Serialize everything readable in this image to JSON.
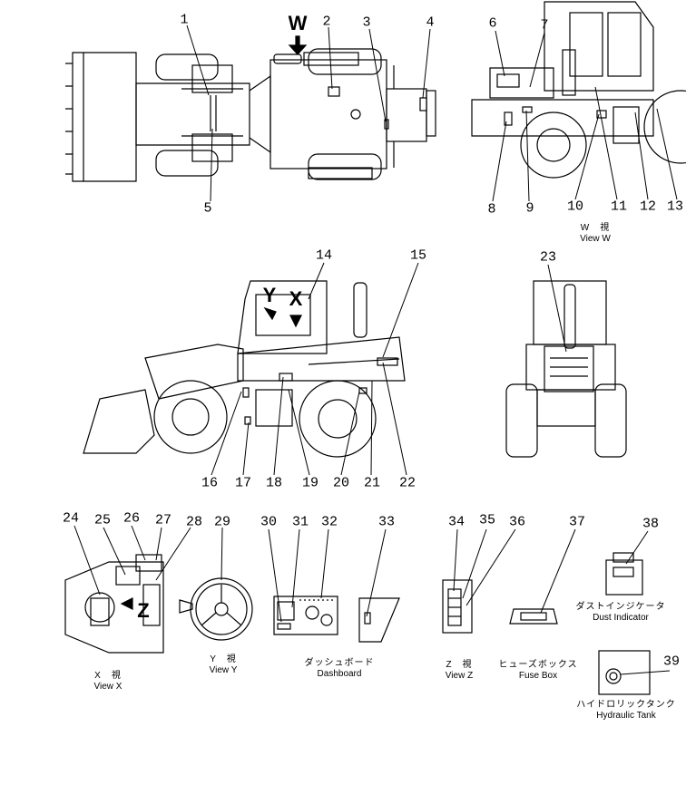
{
  "callouts": [
    "1",
    "2",
    "3",
    "4",
    "5",
    "6",
    "7",
    "8",
    "9",
    "10",
    "11",
    "12",
    "13",
    "14",
    "15",
    "16",
    "17",
    "18",
    "19",
    "20",
    "21",
    "22",
    "23",
    "24",
    "25",
    "26",
    "27",
    "28",
    "29",
    "30",
    "31",
    "32",
    "33",
    "34",
    "35",
    "36",
    "37",
    "38",
    "39"
  ],
  "view_markers": {
    "w": "W",
    "y": "Y",
    "x": "X",
    "z": "Z"
  },
  "captions": {
    "view_w": {
      "jp": "W　視",
      "en": "View W"
    },
    "view_x": {
      "jp": "X　視",
      "en": "View X"
    },
    "view_y": {
      "jp": "Y　視",
      "en": "View Y"
    },
    "view_z": {
      "jp": "Z　視",
      "en": "View Z"
    },
    "dashboard": {
      "jp": "ダッシュボード",
      "en": "Dashboard"
    },
    "fuse_box": {
      "jp": "ヒューズボックス",
      "en": "Fuse Box"
    },
    "dust_indicator": {
      "jp": "ダストインジケータ",
      "en": "Dust Indicator"
    },
    "hydraulic_tank": {
      "jp": "ハイドロリックタンク",
      "en": "Hydraulic Tank"
    }
  }
}
